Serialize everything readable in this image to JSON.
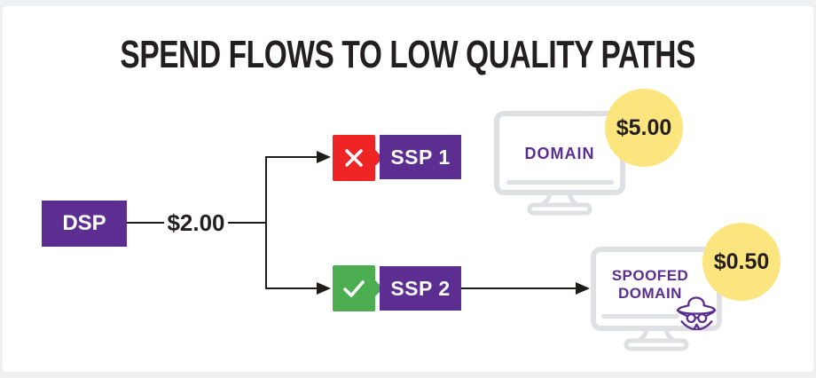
{
  "title": "SPEND FLOWS TO LOW QUALITY PATHS",
  "colors": {
    "purple": "#5c2e91",
    "red": "#ee2524",
    "green": "#4cae50",
    "yellow": "#fce57f",
    "ink": "#231f20",
    "monitor_gray": "#dfe0e3"
  },
  "flow": {
    "source": {
      "label": "DSP"
    },
    "spend_label": "$2.00",
    "paths": [
      {
        "ssp_label": "SSP 1",
        "status_icon": "x-icon",
        "destination_lines": [
          "DOMAIN"
        ],
        "price": "$5.00"
      },
      {
        "ssp_label": "SSP 2",
        "status_icon": "check-icon",
        "destination_lines": [
          "SPOOFED",
          "DOMAIN"
        ],
        "price": "$0.50"
      }
    ]
  }
}
